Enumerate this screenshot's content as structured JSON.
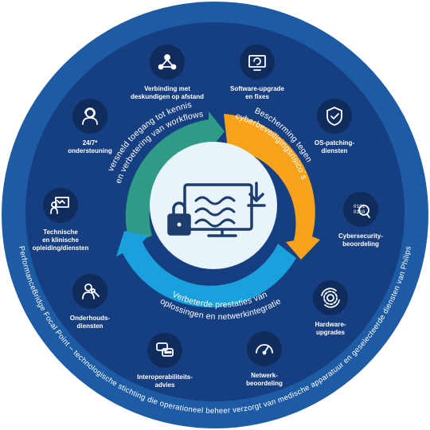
{
  "outer_ring_text": "PerformanceBridge Focal Point – technologische stichting die operationeel beheer verzorgt van medische apparatuur en geselecteerde diensten van Philips",
  "colors": {
    "outer": "#1d5ba5",
    "inner_disc": "#163f82",
    "teal": "#2f9a86",
    "orange": "#f7a21b",
    "cyan": "#1aa0dc",
    "icon_circle": "#0f2c5c",
    "center": "#e8f3fa"
  },
  "segments": {
    "teal": {
      "line1": "versneld toegang tot kennis",
      "line2": "en verbetering van workflows"
    },
    "orange": {
      "line1": "Bescherming tegen",
      "line2": "cyberbeveiligingsrisico´s"
    },
    "cyan": {
      "line1": "Verbeterde prestaties van",
      "line2": "oplossingen en netwerkintegratie"
    }
  },
  "center_icon": "monitor-lock-download-icon",
  "services": [
    {
      "id": "verbinding",
      "lines": [
        "Verbinding met",
        "deskundigen op afstand"
      ],
      "icon": "network-tree-icon"
    },
    {
      "id": "software",
      "lines": [
        "Software-upgrade",
        "en fixes"
      ],
      "icon": "monitor-refresh-icon"
    },
    {
      "id": "os-patching",
      "lines": [
        "OS-patching-",
        "diensten"
      ],
      "icon": "shield-check-icon"
    },
    {
      "id": "cybersecurity",
      "lines": [
        "Cybersecurity-",
        "beoordeling"
      ],
      "icon": "binary-magnifier-icon"
    },
    {
      "id": "hardware",
      "lines": [
        "Hardware-",
        "upgrades"
      ],
      "icon": "gear-refresh-icon"
    },
    {
      "id": "netwerk",
      "lines": [
        "Netwerk-",
        "beoordeling"
      ],
      "icon": "speedometer-icon"
    },
    {
      "id": "interoperabiliteit",
      "lines": [
        "Interoperabiliteits-",
        "advies"
      ],
      "icon": "chat-bubbles-icon"
    },
    {
      "id": "onderhoud",
      "lines": [
        "Onderhouds-",
        "diensten"
      ],
      "icon": "technician-wrench-icon"
    },
    {
      "id": "technische",
      "lines": [
        "Technische",
        "en klinische",
        "opleiding/diensten"
      ],
      "icon": "presenter-board-icon"
    },
    {
      "id": "ondersteuning",
      "lines": [
        "24/7*",
        "ondersteuning"
      ],
      "icon": "support-agent-icon"
    }
  ]
}
